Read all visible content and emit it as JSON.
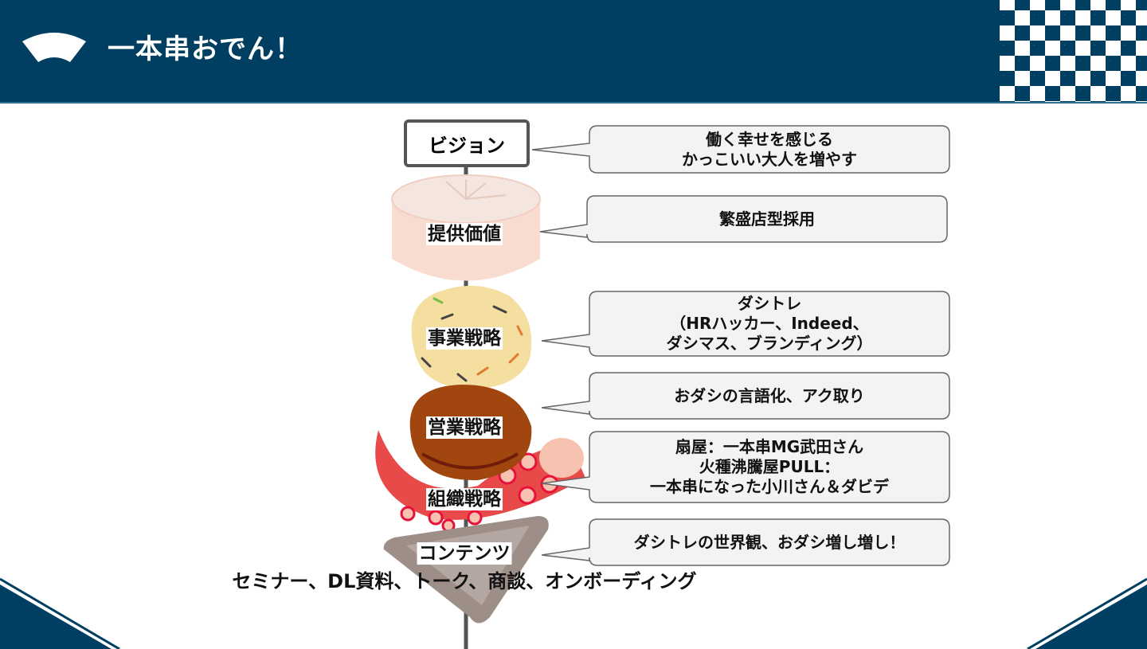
{
  "header": {
    "title": "一本串おでん！",
    "logo_icon": "folding-fan-icon",
    "brand_color": "#003f61"
  },
  "skewer": {
    "vision_label": "ビジョン",
    "layers": [
      {
        "label": "提供価値",
        "food": "daikon"
      },
      {
        "label": "事業戦略",
        "food": "ganmodoki"
      },
      {
        "label": "営業戦略",
        "food": "satsuma-age"
      },
      {
        "label": "組織戦略",
        "food": "octopus"
      },
      {
        "label": "コンテンツ",
        "food": "konnyaku",
        "sub": "セミナー、DL資料、トーク、商談、オンボーディング"
      }
    ]
  },
  "callouts": [
    {
      "lines": [
        "働く幸せを感じる",
        "かっこいい大人を増やす"
      ]
    },
    {
      "lines": [
        "繁盛店型採用"
      ]
    },
    {
      "lines": [
        "ダシトレ",
        "（HRハッカー、Indeed、",
        "ダシマス、ブランディング）"
      ]
    },
    {
      "lines": [
        "おダシの言語化、アク取り"
      ]
    },
    {
      "lines": [
        "扇屋：一本串MG武田さん",
        "火種沸騰屋PULL：",
        "一本串になった小川さん＆ダビデ"
      ]
    },
    {
      "lines": [
        "ダシトレの世界観、おダシ増し増し！"
      ]
    }
  ]
}
